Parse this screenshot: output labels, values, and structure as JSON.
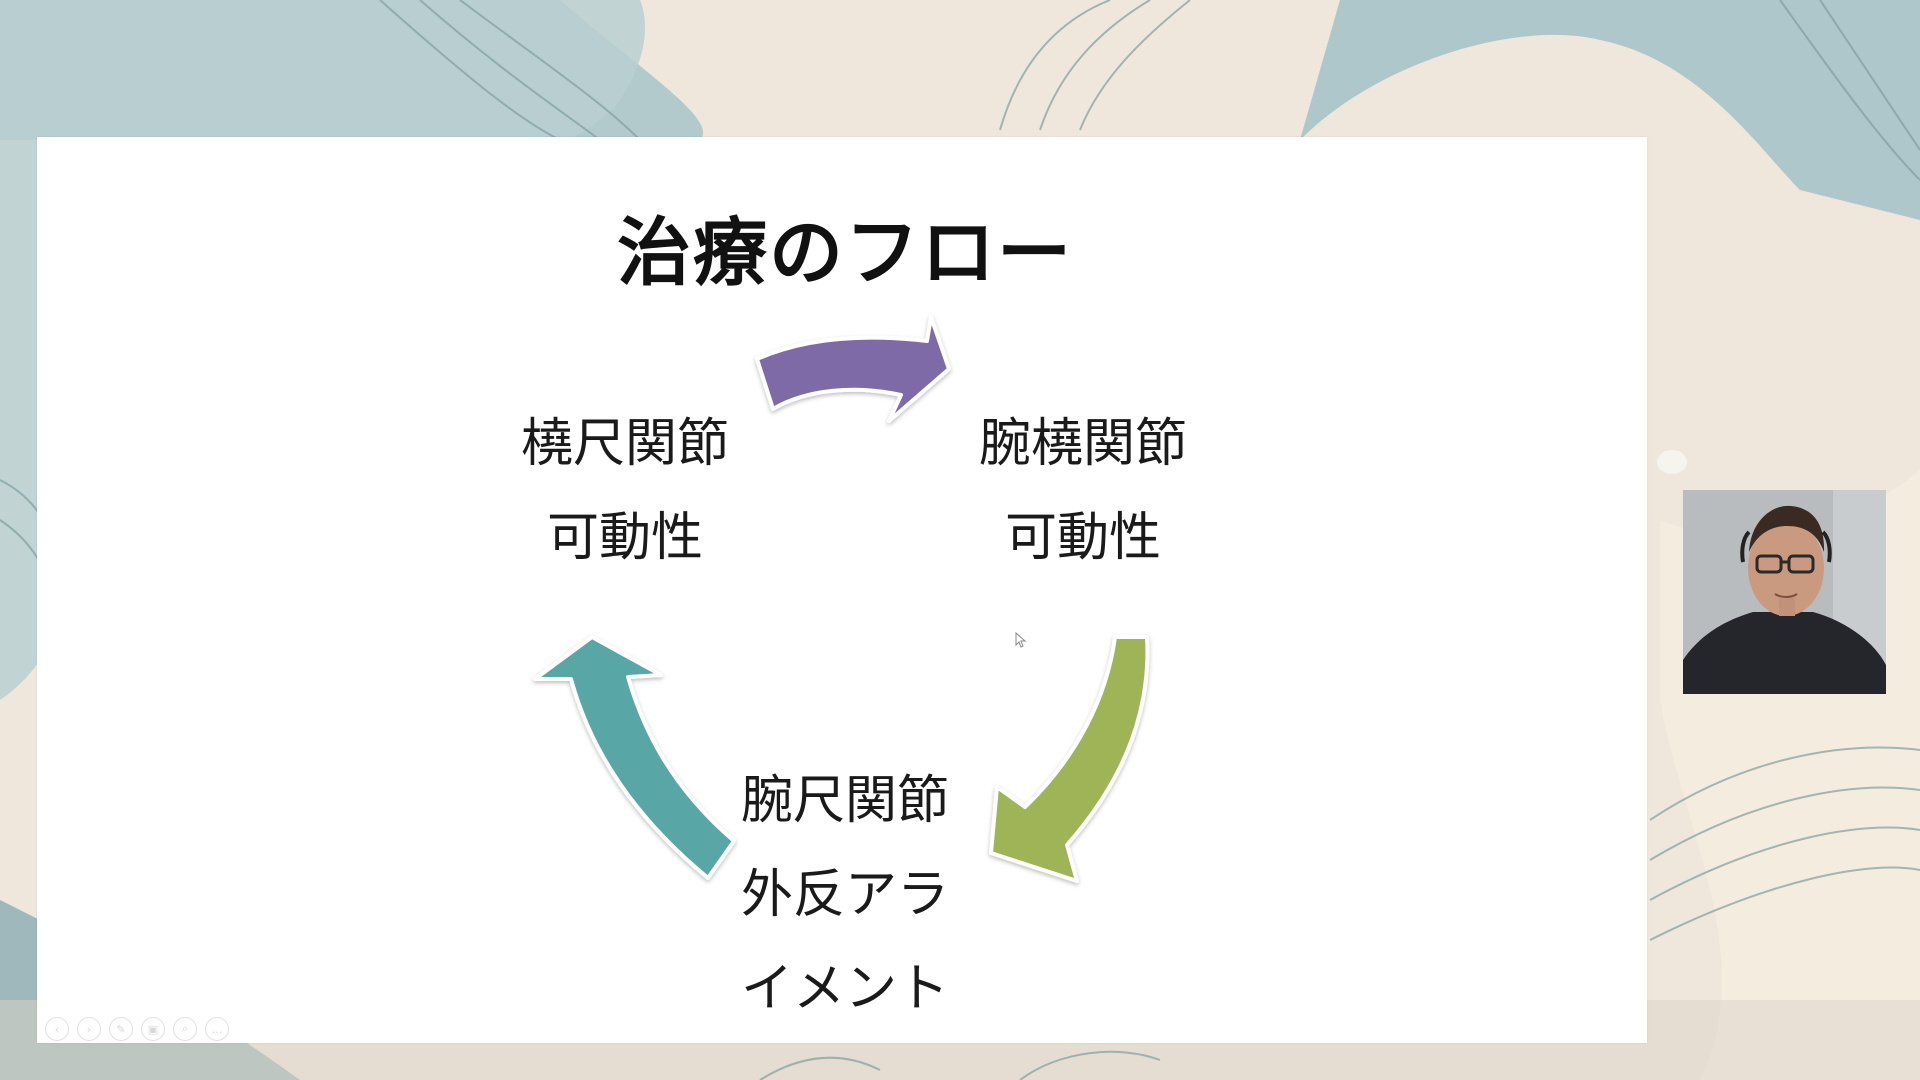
{
  "slide": {
    "title": "治療のフロー",
    "nodes": {
      "left": [
        "橈尺関節",
        "可動性"
      ],
      "right": [
        "腕橈関節",
        "可動性"
      ],
      "bottom": [
        "腕尺関節",
        "外反アラ",
        "イメント"
      ]
    },
    "arrows": [
      {
        "name": "top-arrow",
        "color": "#7f6aa8"
      },
      {
        "name": "right-arrow",
        "color": "#9fb457"
      },
      {
        "name": "left-arrow",
        "color": "#58a6a6"
      }
    ]
  },
  "toolbar": {
    "buttons": [
      {
        "name": "previous-slide-button",
        "icon": "prev-icon",
        "glyph": "‹"
      },
      {
        "name": "next-slide-button",
        "icon": "next-icon",
        "glyph": "›"
      },
      {
        "name": "pen-button",
        "icon": "pen-icon",
        "glyph": "✎"
      },
      {
        "name": "slides-button",
        "icon": "slides-icon",
        "glyph": "▣"
      },
      {
        "name": "zoom-button",
        "icon": "zoom-icon",
        "glyph": "⌕"
      },
      {
        "name": "more-button",
        "icon": "more-icon",
        "glyph": "…"
      }
    ]
  },
  "colors": {
    "background_teal": "#b6ccce",
    "background_cream": "#f1e8da",
    "slide_bg": "#ffffff"
  }
}
